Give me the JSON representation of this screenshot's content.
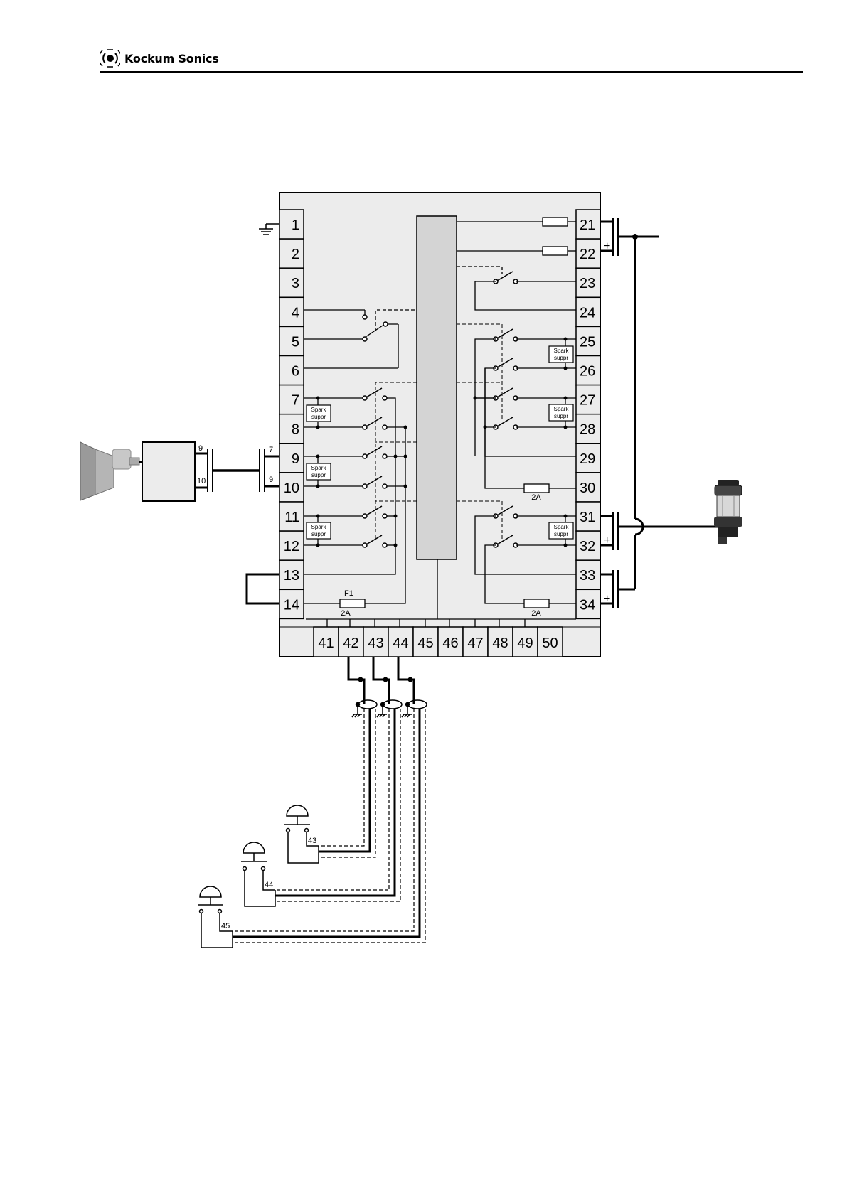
{
  "header": {
    "brand": "Kockum Sonics",
    "logo_icon": "sound-waves-icon"
  },
  "terminals": {
    "left": [
      "1",
      "2",
      "3",
      "4",
      "5",
      "6",
      "7",
      "8",
      "9",
      "10",
      "11",
      "12",
      "13",
      "14"
    ],
    "right": [
      "21",
      "22",
      "23",
      "24",
      "25",
      "26",
      "27",
      "28",
      "29",
      "30",
      "31",
      "32",
      "33",
      "34"
    ],
    "bottom": [
      "41",
      "42",
      "43",
      "44",
      "45",
      "46",
      "47",
      "48",
      "49",
      "50"
    ]
  },
  "labels": {
    "spark": "Spark",
    "suppr": "suppr",
    "fuse_f1": "F1",
    "fuse_rating": "2A",
    "plus": "+",
    "amp_top": "9",
    "amp_bottom": "10",
    "conn_top": "7",
    "conn_bottom": "9",
    "btn_43": "43",
    "btn_44": "44",
    "btn_45": "45"
  },
  "icons": [
    "horn-speaker-icon",
    "amplifier-box-icon",
    "beacon-lamp-icon",
    "ground-icon",
    "push-button-icon"
  ]
}
